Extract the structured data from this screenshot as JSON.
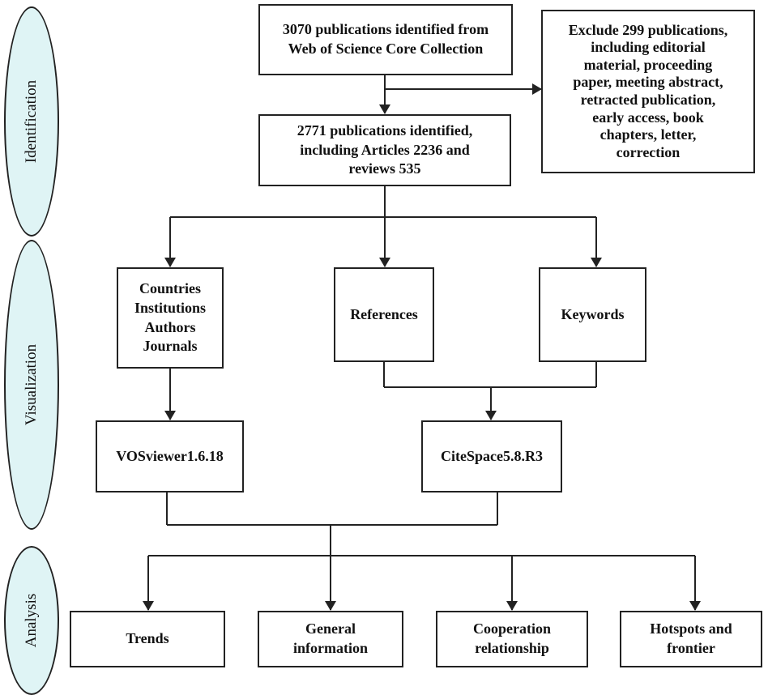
{
  "stages": {
    "identification": "Identification",
    "visualization": "Visualization",
    "analysis": "Analysis"
  },
  "boxes": {
    "source": "3070 publications identified from\nWeb of Science Core Collection",
    "excluded": "Exclude 299 publications,\nincluding editorial\nmaterial, proceeding\npaper, meeting abstract,\nretracted publication,\nearly access, book\nchapters, letter,\ncorrection",
    "included": "2771 publications identified,\nincluding Articles 2236 and\nreviews 535",
    "countries": "Countries\nInstitutions\nAuthors\nJournals",
    "references": "References",
    "keywords": "Keywords",
    "vosviewer": "VOSviewer1.6.18",
    "citespace": "CiteSpace5.8.R3",
    "trends": "Trends",
    "general": "General\ninformation",
    "cooperation": "Cooperation\nrelationship",
    "hotspots": "Hotspots and\nfrontier"
  },
  "colors": {
    "stage_fill": "#dff4f5",
    "line": "#222222"
  }
}
